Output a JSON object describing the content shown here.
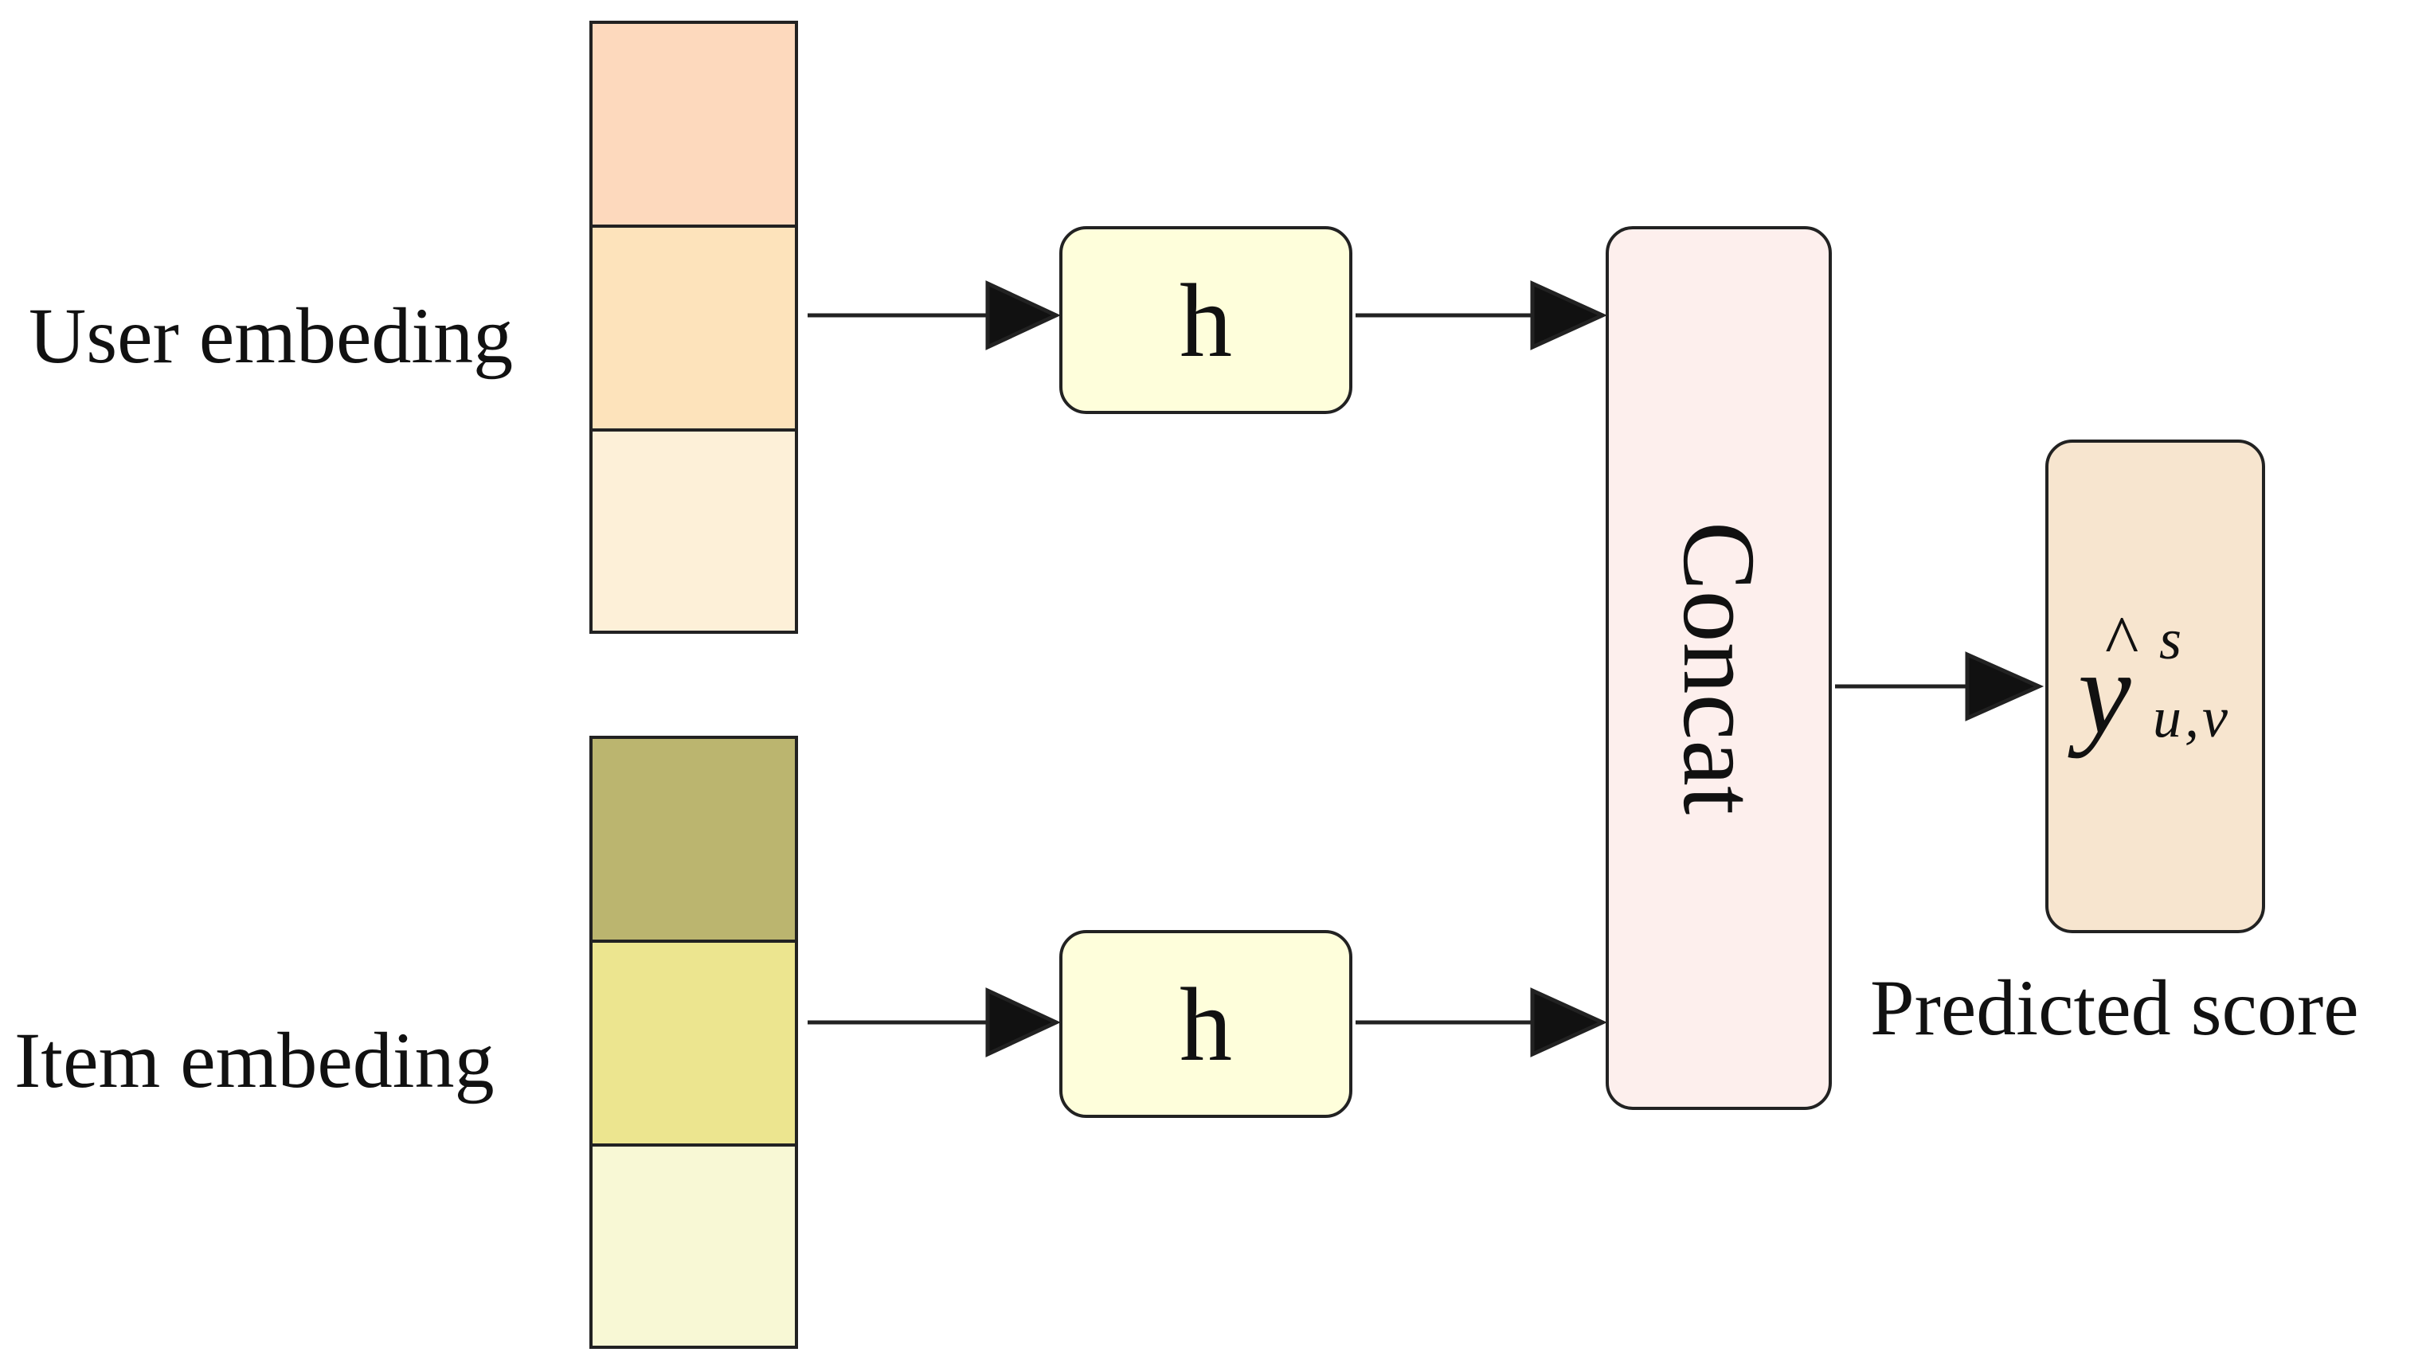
{
  "user": {
    "label": "User embeding",
    "cell_colors": [
      "#fdd9bd",
      "#fde3bb",
      "#fdf0d8"
    ]
  },
  "item": {
    "label": "Item embeding",
    "cell_colors": [
      "#bbb56f",
      "#ece58f",
      "#f8f8d5"
    ]
  },
  "h_boxes": [
    {
      "label": "h"
    },
    {
      "label": "h"
    }
  ],
  "concat": {
    "label": "Concat"
  },
  "output": {
    "symbol_base": "y",
    "symbol_hat": "^",
    "symbol_sup": "s",
    "symbol_sub": "u,v",
    "caption": "Predicted score"
  },
  "colors": {
    "h_fill": "#fefedb",
    "concat_fill": "#fdefed",
    "score_fill": "#f7e5cf",
    "stroke": "#222222"
  }
}
